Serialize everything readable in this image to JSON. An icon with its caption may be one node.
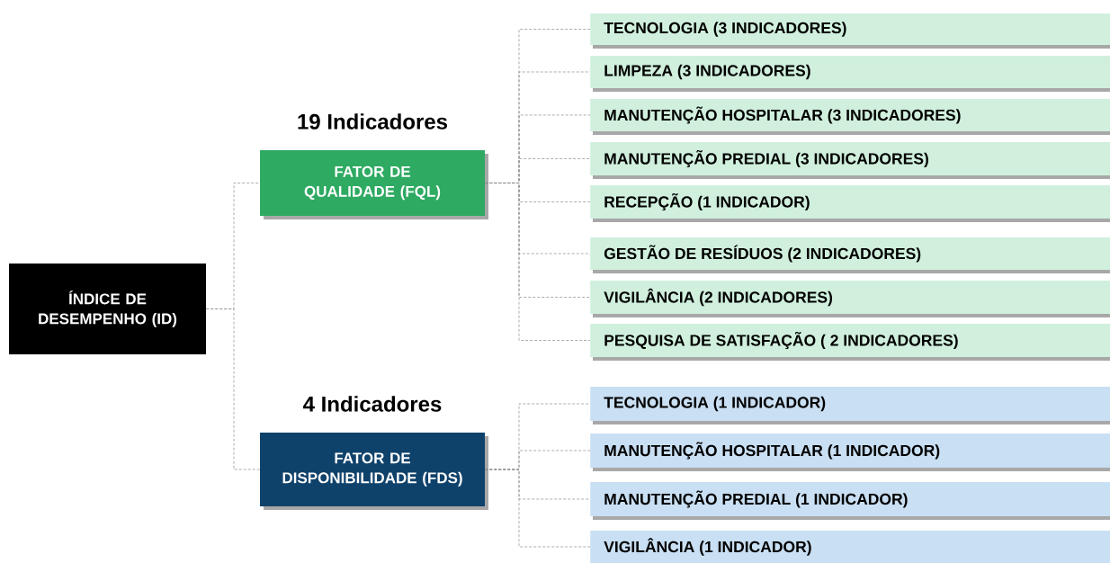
{
  "diagram": {
    "nodes": [
      {
        "text": [
          "ÍNDICE DE DESEMPENHO (ID)"
        ]
      },
      {
        "text": [
          "19 Indicadores",
          "FATOR DE QUALIDADE (FQL)"
        ]
      },
      {
        "text": [
          "4 Indicadores",
          "FATOR DE DISPONIBILIDADE (FDS)"
        ]
      },
      {
        "text": [
          "TECNOLOGIA (3 INDICADORES)"
        ]
      },
      {
        "text": [
          "LIMPEZA (3 INDICADORES)"
        ]
      },
      {
        "text": [
          "MANUTENÇÃO HOSPITALAR (3 INDICADORES)"
        ]
      },
      {
        "text": [
          "MANUTENÇÃO PREDIAL (3 INDICADORES)"
        ]
      },
      {
        "text": [
          "RECEPÇÃO (1 INDICADOR)"
        ]
      },
      {
        "text": [
          "GESTÃO DE RESÍDUOS (2 INDICADORES)"
        ]
      },
      {
        "text": [
          "VIGILÂNCIA (2 INDICADORES)"
        ]
      },
      {
        "text": [
          "PESQUISA DE SATISFAÇÃO ( 2 INDICADORES)"
        ]
      },
      {
        "text": [
          "TECNOLOGIA (1 INDICADOR)"
        ]
      },
      {
        "text": [
          "MANUTENÇÃO HOSPITALAR (1 INDICADOR)"
        ]
      },
      {
        "text": [
          "MANUTENÇÃO PREDIAL (1 INDICADOR)"
        ]
      },
      {
        "text": [
          "VIGILÂNCIA (1 INDICADOR)"
        ]
      }
    ],
    "edges": [
      {
        "from": 0,
        "to": 1,
        "arrow": "none",
        "style": "dashed"
      },
      {
        "from": 0,
        "to": 2,
        "arrow": "none",
        "style": "dashed"
      },
      {
        "from": 1,
        "to": 3,
        "arrow": "none",
        "style": "dashed"
      },
      {
        "from": 1,
        "to": 4,
        "arrow": "none",
        "style": "dashed"
      },
      {
        "from": 1,
        "to": 5,
        "arrow": "none",
        "style": "dashed"
      },
      {
        "from": 1,
        "to": 6,
        "arrow": "none",
        "style": "dashed"
      },
      {
        "from": 1,
        "to": 7,
        "arrow": "none",
        "style": "dashed"
      },
      {
        "from": 1,
        "to": 8,
        "arrow": "none",
        "style": "dashed"
      },
      {
        "from": 1,
        "to": 9,
        "arrow": "none",
        "style": "dashed"
      },
      {
        "from": 1,
        "to": 10,
        "arrow": "none",
        "style": "dashed"
      },
      {
        "from": 2,
        "to": 11,
        "arrow": "none",
        "style": "dashed"
      },
      {
        "from": 2,
        "to": 12,
        "arrow": "none",
        "style": "dashed"
      },
      {
        "from": 2,
        "to": 13,
        "arrow": "none",
        "style": "dashed"
      },
      {
        "from": 2,
        "to": 14,
        "arrow": "none",
        "style": "dashed"
      }
    ]
  }
}
